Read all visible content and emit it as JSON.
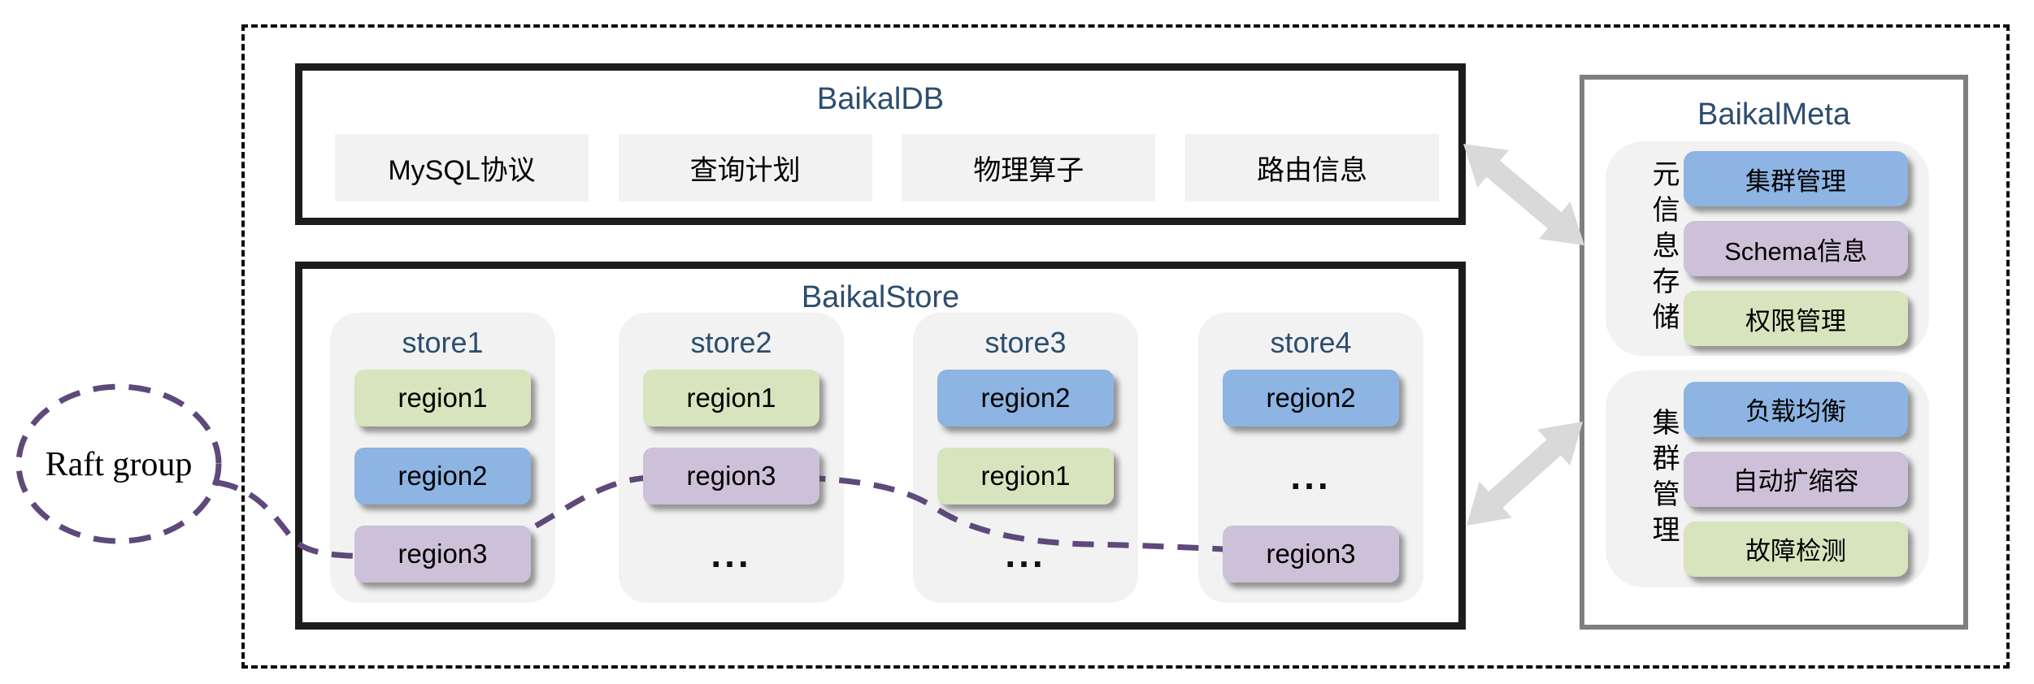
{
  "diagram": {
    "raft": {
      "label": "Raft group"
    },
    "baikaldb": {
      "title": "BaikalDB",
      "modules": [
        "MySQL协议",
        "查询计划",
        "物理算子",
        "路由信息"
      ]
    },
    "baikalstore": {
      "title": "BaikalStore",
      "stores": [
        {
          "name": "store1",
          "slots": [
            {
              "type": "region",
              "color": "green",
              "label": "region1"
            },
            {
              "type": "region",
              "color": "blue",
              "label": "region2"
            },
            {
              "type": "region",
              "color": "purple",
              "label": "region3"
            }
          ]
        },
        {
          "name": "store2",
          "slots": [
            {
              "type": "region",
              "color": "green",
              "label": "region1"
            },
            {
              "type": "region",
              "color": "purple",
              "label": "region3"
            },
            {
              "type": "dots",
              "label": "..."
            }
          ]
        },
        {
          "name": "store3",
          "slots": [
            {
              "type": "region",
              "color": "blue",
              "label": "region2"
            },
            {
              "type": "region",
              "color": "green",
              "label": "region1"
            },
            {
              "type": "dots",
              "label": "..."
            }
          ]
        },
        {
          "name": "store4",
          "slots": [
            {
              "type": "region",
              "color": "blue",
              "label": "region2"
            },
            {
              "type": "dots",
              "label": "..."
            },
            {
              "type": "region",
              "color": "purple",
              "label": "region3"
            }
          ]
        }
      ]
    },
    "baikalmeta": {
      "title": "BaikalMeta",
      "groups": [
        {
          "side_label": "元信息存储",
          "items": [
            {
              "color": "blue",
              "label": "集群管理"
            },
            {
              "color": "purple",
              "label": "Schema信息"
            },
            {
              "color": "green",
              "label": "权限管理"
            }
          ]
        },
        {
          "side_label": "集群管理",
          "items": [
            {
              "color": "blue",
              "label": "负载均衡"
            },
            {
              "color": "purple",
              "label": "自动扩缩容"
            },
            {
              "color": "green",
              "label": "故障检测"
            }
          ]
        }
      ]
    },
    "colors": {
      "title_navy": "#2C4D6E",
      "chip_blue": "#8DB4E2",
      "chip_green": "#D7E4BD",
      "chip_purple": "#CCC1D9",
      "panel_gray": "#F2F2F2",
      "arrow_gray": "#D9D9D9",
      "raft_purple": "#5F497A",
      "box_border_black": "#1C1C1C",
      "meta_border_gray": "#7F7F7F"
    }
  }
}
